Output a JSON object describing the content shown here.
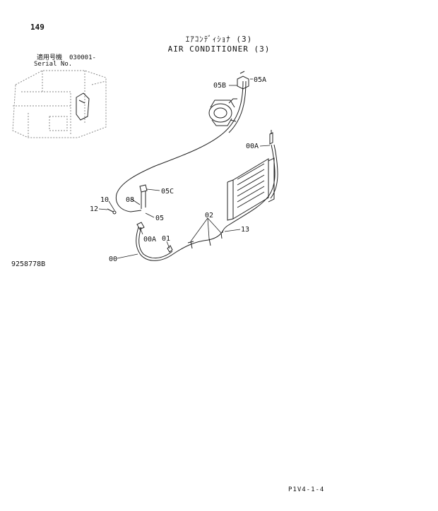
{
  "header": {
    "page_number": "149",
    "title_jp": "ｴｱｺﾝﾃﾞｨｼｮﾅ (3)",
    "title_en": "AIR CONDITIONER (3)",
    "serial_label_jp": "適用号機",
    "serial_value": "030001-",
    "serial_label_en": "Serial No."
  },
  "drawing_id": "9258778B",
  "sheet_ref": "P1V4-1-4",
  "callouts": {
    "c05A": "05A",
    "c05B": "05B",
    "c00A_top": "00A",
    "c05C": "05C",
    "c10": "10",
    "c08": "08",
    "c12": "12",
    "c05": "05",
    "c02": "02",
    "c13": "13",
    "c00A_bottom": "00A",
    "c01": "01",
    "c00": "00"
  }
}
